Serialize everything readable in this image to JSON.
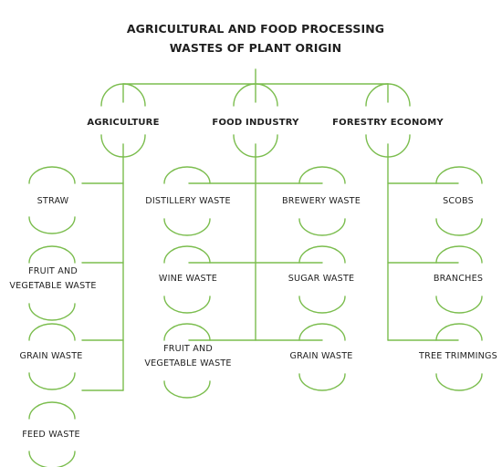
{
  "title": {
    "line1": "AGRICULTURAL AND FOOD PROCESSING",
    "line2": "WASTES OF PLANT ORIGIN"
  },
  "colors": {
    "line": "#7bbd4e",
    "text": "#1f1f1f"
  },
  "categories": {
    "agriculture": {
      "label": "AGRICULTURE",
      "items": [
        "STRAW",
        "FRUIT AND VEGETABLE WASTE",
        "GRAIN WASTE",
        "FEED WASTE"
      ]
    },
    "food_industry": {
      "label": "FOOD INDUSTRY",
      "left_items": [
        "DISTILLERY WASTE",
        "WINE WASTE",
        "FRUIT AND VEGETABLE WASTE"
      ],
      "right_items": [
        "BREWERY WASTE",
        "SUGAR WASTE",
        "GRAIN WASTE"
      ]
    },
    "forestry": {
      "label": "FORESTRY ECONOMY",
      "items": [
        "SCOBS",
        "BRANCHES",
        "TREE TRIMMINGS"
      ]
    }
  }
}
